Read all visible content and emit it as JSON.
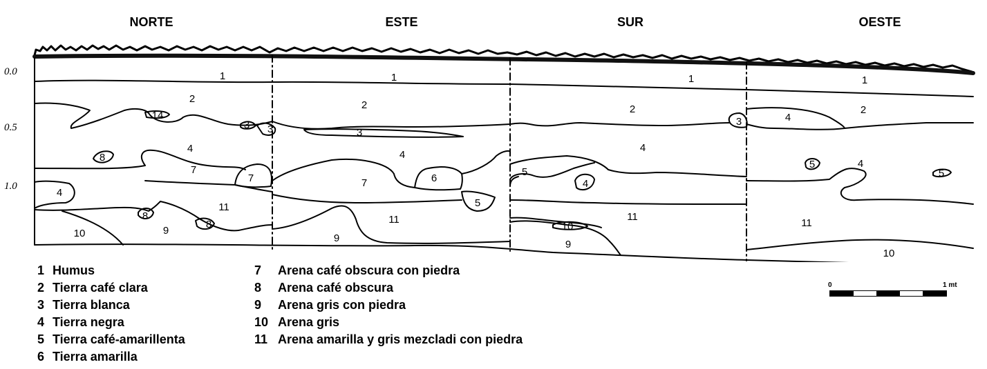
{
  "walls": [
    "NORTE",
    "ESTE",
    "SUR",
    "OESTE"
  ],
  "depth_labels": [
    "0.0",
    "0.5",
    "1.0"
  ],
  "layer_marks": {
    "norte": [
      "1",
      "2",
      "14",
      "3",
      "3",
      "8",
      "4",
      "7",
      "7",
      "4",
      "11",
      "8",
      "8",
      "10",
      "9"
    ],
    "este": [
      "1",
      "2",
      "3",
      "4",
      "6",
      "7",
      "5",
      "11",
      "9"
    ],
    "sur": [
      "1",
      "2",
      "4",
      "5",
      "4",
      "11",
      "10",
      "9"
    ],
    "oeste": [
      "1",
      "3",
      "4",
      "2",
      "5",
      "4",
      "5",
      "11",
      "10"
    ]
  },
  "legend": {
    "left": [
      {
        "num": "1",
        "label": "Humus"
      },
      {
        "num": "2",
        "label": "Tierra café clara"
      },
      {
        "num": "3",
        "label": "Tierra blanca"
      },
      {
        "num": "4",
        "label": "Tierra negra"
      },
      {
        "num": "5",
        "label": "Tierra café-amarillenta"
      },
      {
        "num": "6",
        "label": "Tierra amarilla"
      }
    ],
    "right": [
      {
        "num": "7",
        "label": "Arena café obscura con piedra"
      },
      {
        "num": "8",
        "label": "Arena café obscura"
      },
      {
        "num": "9",
        "label": "Arena gris con piedra"
      },
      {
        "num": "10",
        "label": "Arena gris"
      },
      {
        "num": "11",
        "label": "Arena amarilla y gris mezcladi con piedra"
      }
    ]
  },
  "scale": {
    "start": "0",
    "end": "1 mt"
  }
}
